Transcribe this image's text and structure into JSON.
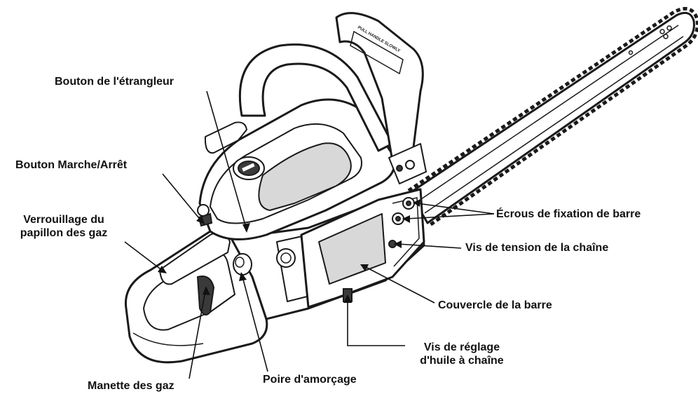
{
  "labels": {
    "choke_knob": "Bouton de l'étrangleur",
    "on_off_switch": "Bouton Marche/Arrêt",
    "throttle_lockout_line1": "Verrouillage du",
    "throttle_lockout_line2": "papillon des gaz",
    "bar_nuts": "Écrous de fixation de barre",
    "chain_tension_screw": "Vis de tension de la chaîne",
    "bar_cover": "Couvercle de la barre",
    "oil_adjust_line1": "Vis de réglage",
    "oil_adjust_line2": "d'huile à chaîne",
    "primer_bulb": "Poire d'amorçage",
    "throttle_trigger": "Manette des gaz"
  },
  "handle_marking": "PULL HANDLE SLOWLY"
}
